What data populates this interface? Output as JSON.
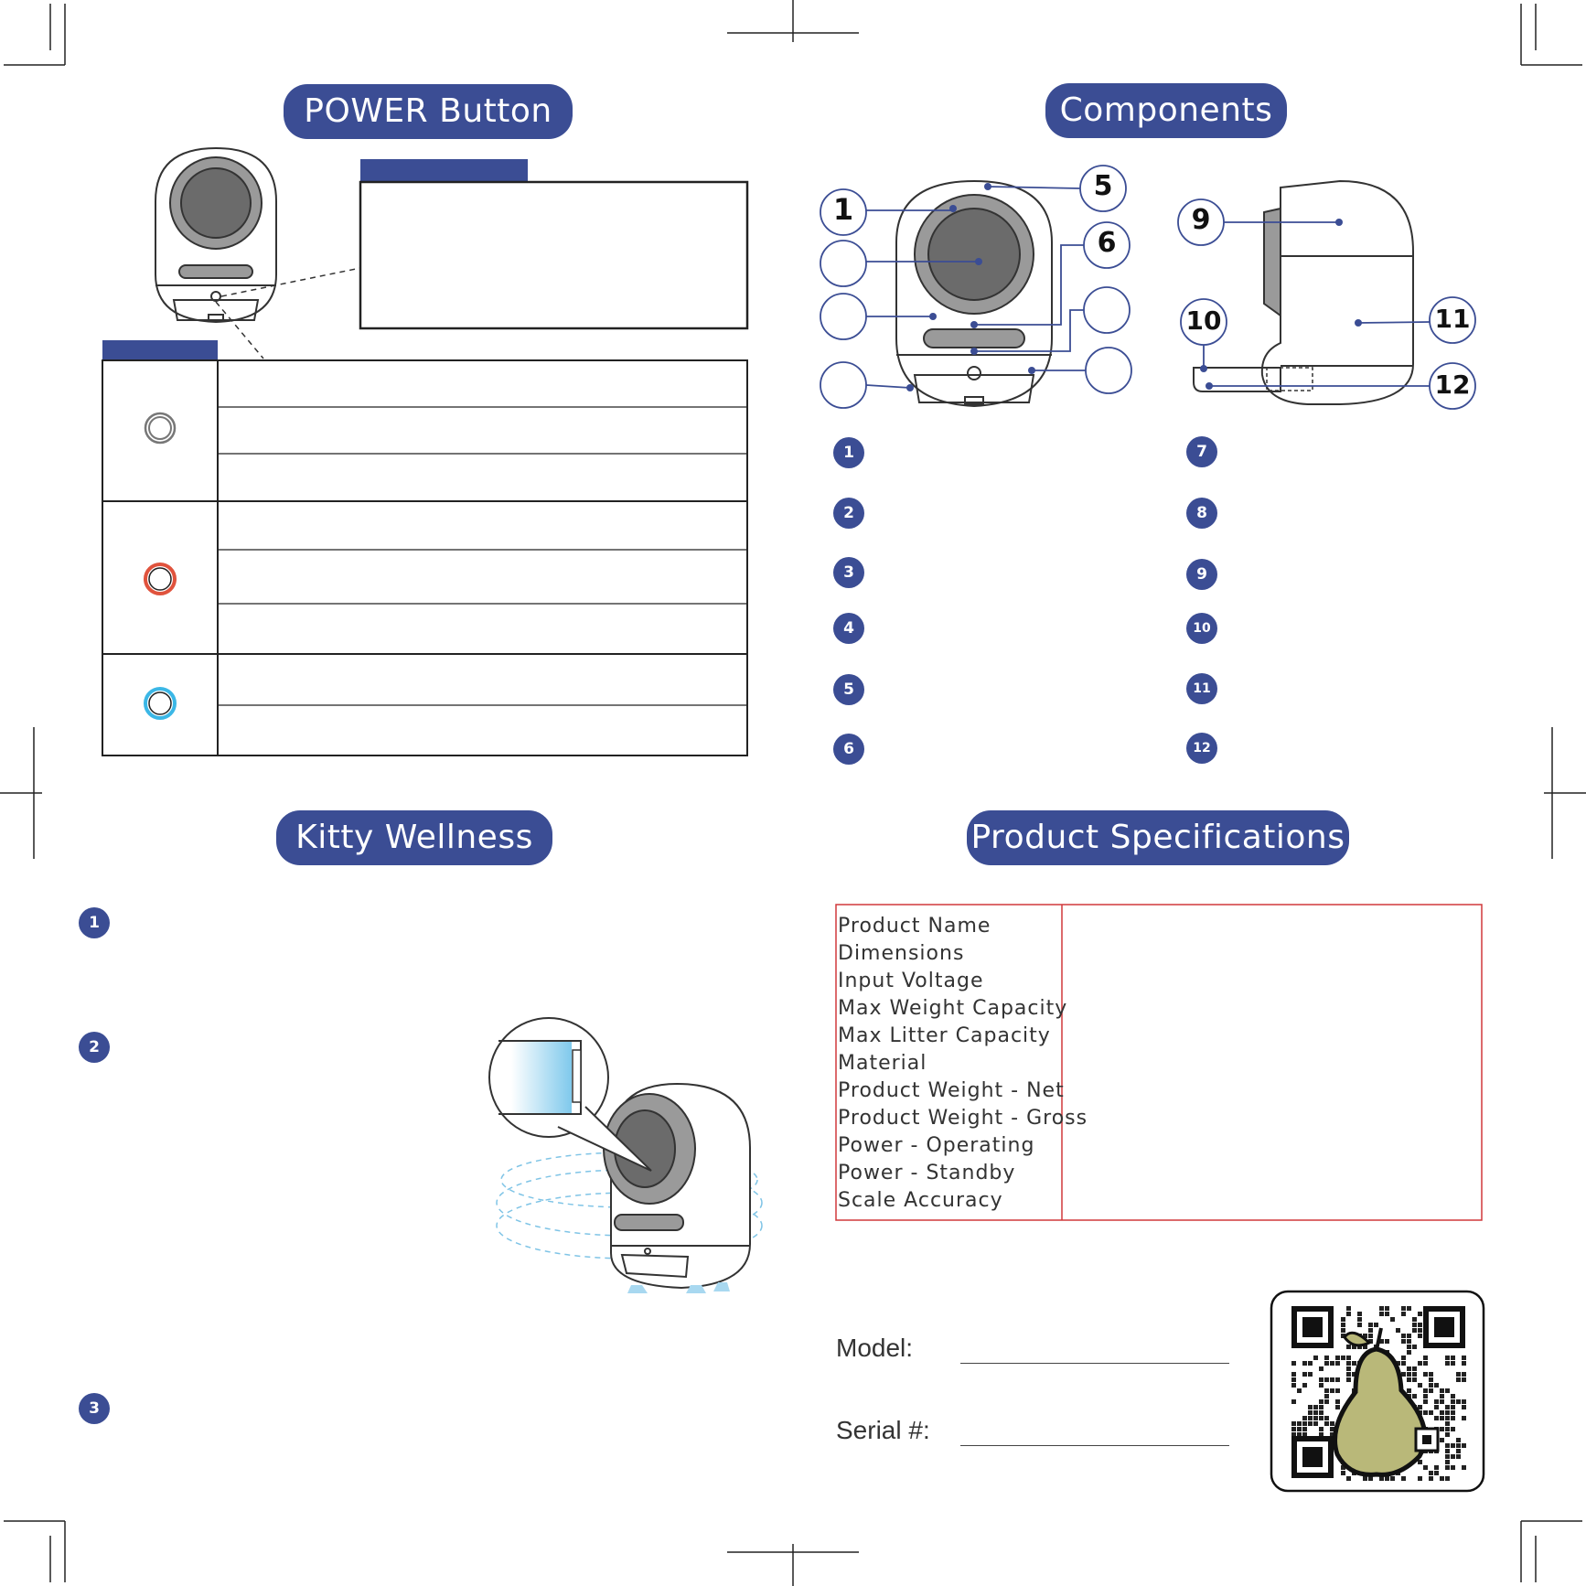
{
  "sections": {
    "power_title": "POWER Button",
    "components_title": "Components",
    "wellness_title": "Kitty Wellness",
    "specs_title": "Product Specifications"
  },
  "components": {
    "callouts": [
      "1",
      "5",
      "6",
      "9",
      "10",
      "11",
      "12"
    ],
    "list_left": [
      "1",
      "2",
      "3",
      "4",
      "5",
      "6"
    ],
    "list_right": [
      "7",
      "8",
      "9",
      "10",
      "11",
      "12"
    ]
  },
  "power_indicators": [
    {
      "color": "#777777"
    },
    {
      "color": "#e0533d"
    },
    {
      "color": "#3bb7e6"
    }
  ],
  "wellness": {
    "steps": [
      "1",
      "2",
      "3"
    ]
  },
  "specs": {
    "labels": [
      "Product Name",
      "Dimensions",
      "Input Voltage",
      "Max Weight Capacity",
      "Max Litter Capacity",
      "Material",
      "Product Weight - Net",
      "Product Weight - Gross",
      "Power - Operating",
      "Power - Standby",
      "Scale Accuracy"
    ]
  },
  "fields": {
    "model_label": "Model:",
    "serial_label": "Serial #:"
  },
  "colors": {
    "brand": "#3b4d94",
    "spec_border": "#d0393b"
  }
}
